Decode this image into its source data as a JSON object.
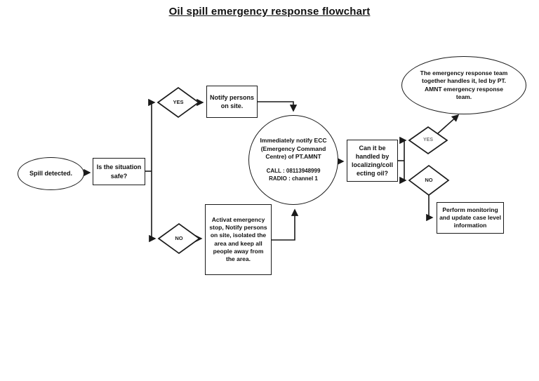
{
  "page": {
    "title": "Oil spill emergency response flowchart"
  },
  "colors": {
    "line": "#1a1a1a",
    "text": "#111111",
    "background": "#ffffff"
  },
  "flowchart": {
    "nodes": {
      "spill_detected": {
        "type": "ellipse",
        "label": "Spill detected."
      },
      "situation_safe": {
        "type": "rect",
        "label": "Is the situation safe?"
      },
      "notify_persons": {
        "type": "rect",
        "label": "Notify persons on site."
      },
      "activate_emergency": {
        "type": "rect",
        "label": "Activat emergency stop, Notify persons on site, isolated the area and keep all people away from the area."
      },
      "notify_ecc": {
        "type": "circle",
        "label": "Immediately notify ECC (Emergency Command Centre) of PT.AMNT",
        "call_line": "CALL : 08113948999",
        "radio_line": "RADIO : channel 1"
      },
      "can_handle": {
        "type": "rect",
        "label": "Can it be handled by localizing/coll ecting oil?"
      },
      "ert_handles": {
        "type": "ellipse",
        "label": "The emergency response team together handles it, led by PT. AMNT emergency response team."
      },
      "perform_monitoring": {
        "type": "rect",
        "label": "Perform monitoring and update case level information"
      }
    },
    "decisions": {
      "yes_left": "YES",
      "no_left": "NO",
      "yes_right": "YES",
      "no_right": "NO"
    }
  }
}
